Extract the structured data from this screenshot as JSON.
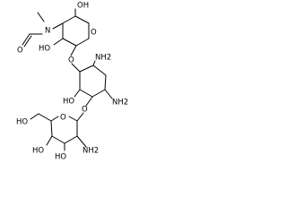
{
  "structure": {
    "atom_labels": {
      "oh_top": "OH",
      "n_methyl": "N",
      "o_formyl": "O",
      "oh_left": "HO",
      "o_ring_top": "O",
      "o_link_top": "O",
      "nh2_a": "NH2",
      "nh2_b": "NH2",
      "oh_mid": "HO",
      "o_link_bottom": "O",
      "oh_ch2": "HO",
      "o_ring_bottom": "O",
      "oh_b1": "HO",
      "oh_b2": "HO",
      "nh2_c": "NH2"
    }
  }
}
